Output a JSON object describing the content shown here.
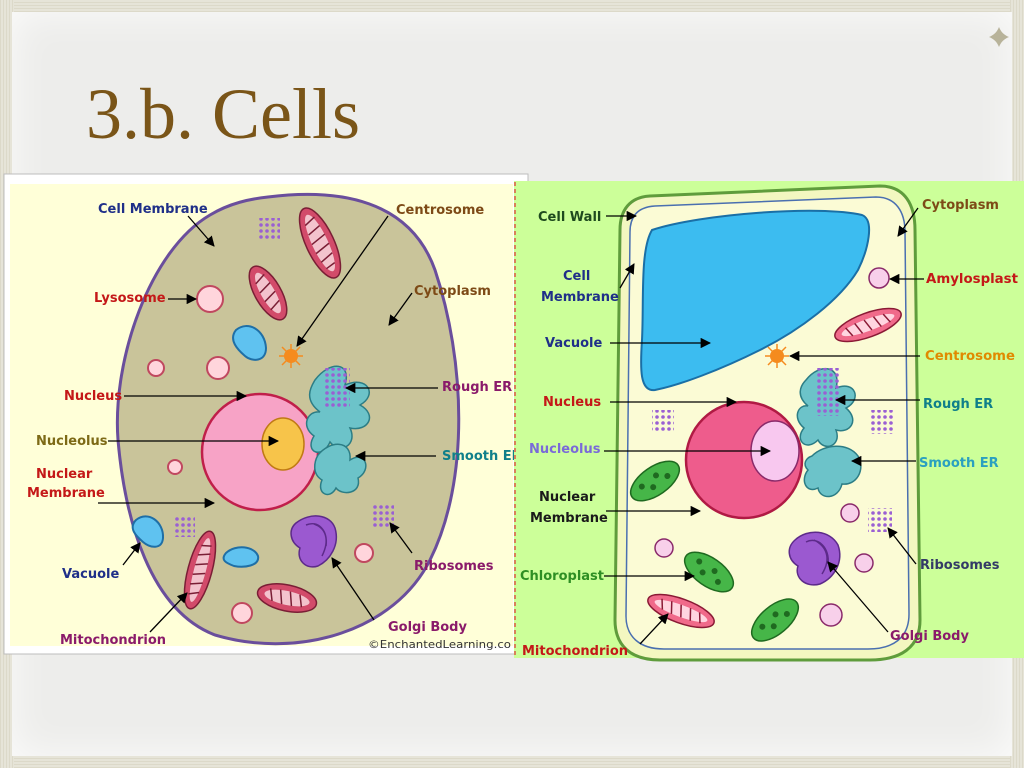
{
  "slide": {
    "title": "3.b. Cells"
  },
  "animal_cell": {
    "labels": {
      "cell_membrane": "Cell Membrane",
      "centrosome": "Centrosome",
      "lysosome": "Lysosome",
      "cytoplasm": "Cytoplasm",
      "nucleus": "Nucleus",
      "rough_er": "Rough ER",
      "nucleolus": "Nucleolus",
      "smooth_er": "Smooth ER",
      "nuclear_line1": "Nuclear",
      "nuclear_line2": "Membrane",
      "vacuole": "Vacuole",
      "ribosomes": "Ribosomes",
      "golgi_body": "Golgi Body",
      "mitochondrion": "Mitochondrion"
    },
    "copyright": "©EnchantedLearning.co"
  },
  "plant_cell": {
    "labels": {
      "cell_wall": "Cell Wall",
      "cytoplasm": "Cytoplasm",
      "cell_line1": "Cell",
      "cell_line2": "Membrane",
      "amylosplast": "Amylosplast",
      "vacuole": "Vacuole",
      "centrosome": "Centrosome",
      "nucleus": "Nucleus",
      "rough_er": "Rough ER",
      "nucleolus": "Nucleolus",
      "smooth_er": "Smooth ER",
      "nuclear_line1": "Nuclear",
      "nuclear_line2": "Membrane",
      "chloroplast": "Chloroplast",
      "ribosomes": "Ribosomes",
      "golgi_body": "Golgi Body",
      "mitochondrion": "Mitochondrion"
    }
  },
  "colors": {
    "title": "#7a5518",
    "animal_bg": "#ffffd8",
    "animal_cytoplasm": "#c9c49a",
    "animal_membrane": "#6a4e9c",
    "plant_bg": "#ccff99",
    "plant_cytoplasm": "#fbfbd5",
    "plant_wall": "#5f9c3c",
    "vacuole": "#3cbcf0",
    "nucleus": "#ee5c8c",
    "nucleus_animal": "#f7a3c6",
    "golgi": "#9b59d0",
    "er": "#5bbcc4",
    "mitochondrion": "#d24b6a",
    "chloroplast": "#46b648",
    "label_navy": "#1f2f88",
    "label_red": "#c41818",
    "label_brown": "#7d4a16",
    "label_teal": "#0f7f8a",
    "label_purple": "#8a1a6a",
    "label_green": "#2e8f24",
    "label_orange": "#e08a00"
  }
}
